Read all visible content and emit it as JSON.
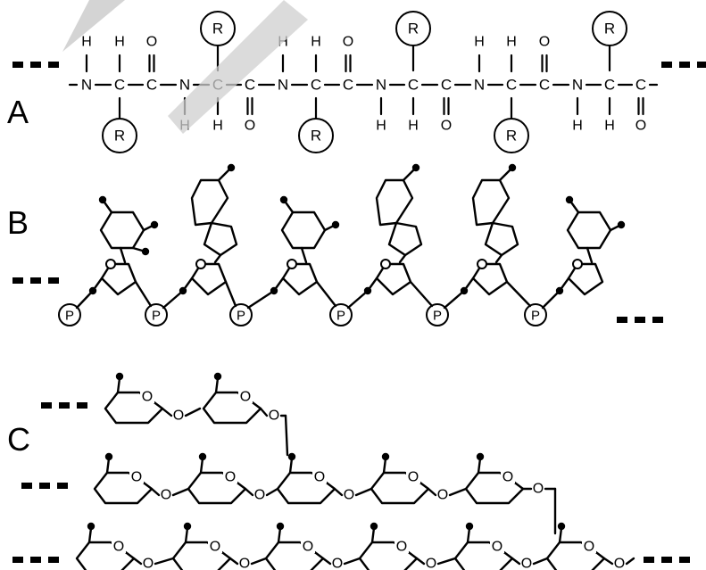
{
  "panels": {
    "a": {
      "label": "A"
    },
    "b": {
      "label": "B"
    },
    "c": {
      "label": "C"
    }
  },
  "atoms": {
    "nitrogen": "N",
    "carbon": "C",
    "hydrogen": "H",
    "oxygen": "O",
    "side_chain": "R",
    "phosphate": "P"
  },
  "colors": {
    "ink": "#000000",
    "background": "#ffffff",
    "watermark": "#cfcfcf"
  }
}
